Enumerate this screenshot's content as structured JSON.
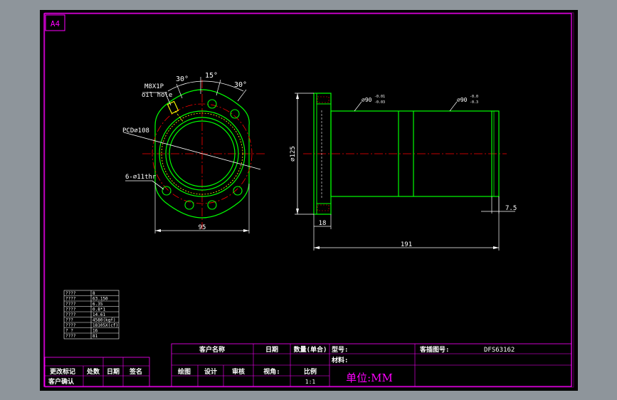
{
  "sheet": {
    "size_label": "A4"
  },
  "colors": {
    "background": "#8e959b",
    "paper": "#000000",
    "frame": "#ff00ff",
    "outline": "#00ff00",
    "centerline": "#ff0000",
    "dimension": "#ffffff",
    "text": "#ffffff",
    "title_text": "#ff00ff",
    "highlight": "#ffff00"
  },
  "front_view": {
    "thread_label": "M8X1P",
    "oil_hole_label": "oil hole",
    "angle_left": "30°",
    "angle_mid": "15°",
    "angle_right": "30°",
    "pcd_label": "PCD⌀108",
    "bolt_hole_label": "6-⌀11thr",
    "width_dim": "95"
  },
  "side_view": {
    "diameter_small": "⌀90",
    "diameter_small_tol_upper": "-0.01",
    "diameter_small_tol_lower": "-0.03",
    "diameter_large": "⌀90",
    "diameter_large_tol_upper": "-0.0",
    "diameter_large_tol_lower": "-0.3",
    "flange_diameter": "⌀125",
    "end_width": "7.5",
    "flange_width": "18",
    "total_length": "191"
  },
  "spec_table": [
    {
      "key": "????",
      "value": "8"
    },
    {
      "key": "????",
      "value": "63.150"
    },
    {
      "key": "????",
      "value": "6.35"
    },
    {
      "key": "????",
      "value": "0.8*1"
    },
    {
      "key": "????",
      "value": "14.61"
    },
    {
      "key": "???",
      "value": "4580(kgf)"
    },
    {
      "key": "????",
      "value": "18105X(cf)"
    },
    {
      "key": "? ?",
      "value": "16"
    },
    {
      "key": "????",
      "value": "81"
    }
  ],
  "revision_block": {
    "row1": [
      "更改标记",
      "处数",
      "日期",
      "签名"
    ],
    "row2": "客户确认"
  },
  "title_block": {
    "customer_name_label": "客户名称",
    "date_label": "日期",
    "quantity_label": "数量(单合)",
    "model_label": "型号:",
    "drawing_no_label": "客插图号:",
    "drawing_no_value": "DFS63162",
    "material_label": "材料:",
    "drawn_label": "绘图",
    "design_label": "设计",
    "review_label": "审核",
    "view_angle_label": "视角:",
    "scale_label": "比例",
    "scale_value": "1:1",
    "unit_label": "单位:MM"
  }
}
